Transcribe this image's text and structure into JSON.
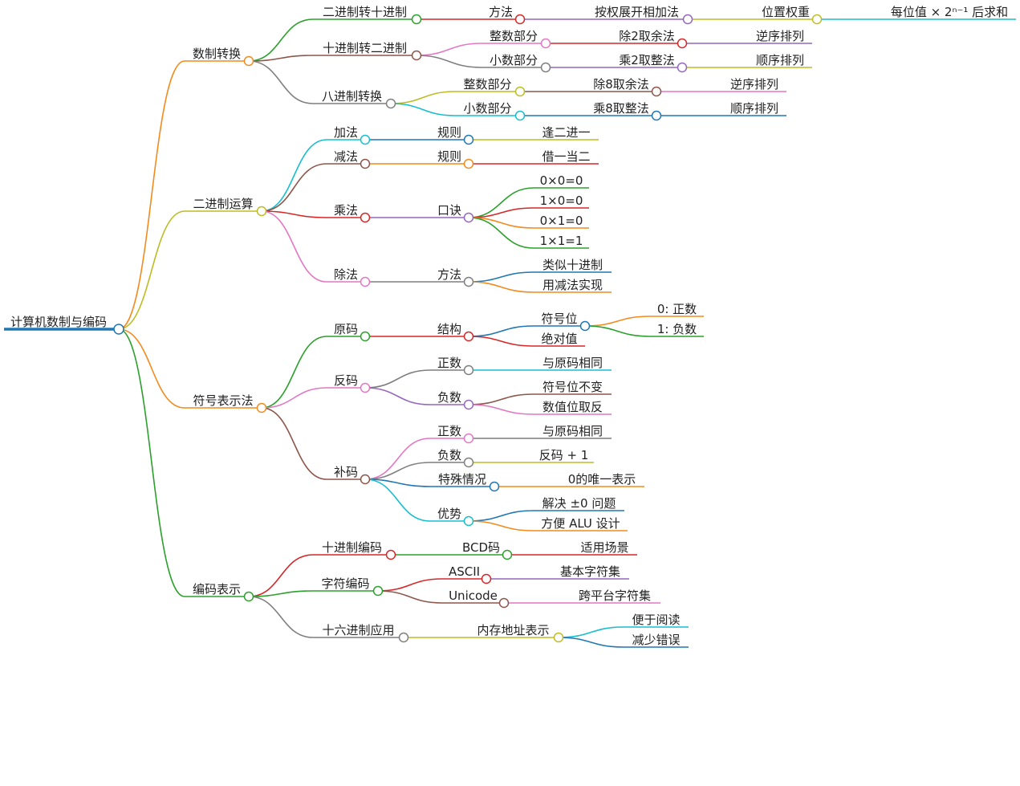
{
  "root": {
    "id": "root",
    "label": "计算机数制与编码",
    "color": "#1f77b4",
    "children": [
      {
        "id": "c1",
        "label": "数制转换",
        "color": "#f28a1c",
        "children": [
          {
            "id": "c1a",
            "label": "二进制转十进制",
            "color": "#2ca02c",
            "children": [
              {
                "id": "c1a1",
                "label": "方法",
                "color": "#d62728",
                "children": [
                  {
                    "id": "c1a1a",
                    "label": "按权展开相加法",
                    "color": "#9467bd",
                    "children": [
                      {
                        "id": "c1a1a1",
                        "label": "位置权重",
                        "color": "#bcbd22",
                        "children": [
                          {
                            "id": "c1a1a1a",
                            "label": "每位值 × 2ⁿ⁻¹ 后求和",
                            "color": "#17becf"
                          }
                        ]
                      }
                    ]
                  }
                ]
              }
            ]
          },
          {
            "id": "c1b",
            "label": "十进制转二进制",
            "color": "#8c564b",
            "children": [
              {
                "id": "c1b1",
                "label": "整数部分",
                "color": "#e377c2",
                "children": [
                  {
                    "id": "c1b1a",
                    "label": "除2取余法",
                    "color": "#d62728",
                    "children": [
                      {
                        "id": "c1b1a1",
                        "label": "逆序排列",
                        "color": "#9467bd"
                      }
                    ]
                  }
                ]
              },
              {
                "id": "c1b2",
                "label": "小数部分",
                "color": "#7f7f7f",
                "children": [
                  {
                    "id": "c1b2a",
                    "label": "乘2取整法",
                    "color": "#9467bd",
                    "children": [
                      {
                        "id": "c1b2a1",
                        "label": "顺序排列",
                        "color": "#bcbd22"
                      }
                    ]
                  }
                ]
              }
            ]
          },
          {
            "id": "c1c",
            "label": "八进制转换",
            "color": "#7f7f7f",
            "children": [
              {
                "id": "c1c1",
                "label": "整数部分",
                "color": "#bcbd22",
                "children": [
                  {
                    "id": "c1c1a",
                    "label": "除8取余法",
                    "color": "#8c564b",
                    "children": [
                      {
                        "id": "c1c1a1",
                        "label": "逆序排列",
                        "color": "#e377c2"
                      }
                    ]
                  }
                ]
              },
              {
                "id": "c1c2",
                "label": "小数部分",
                "color": "#17becf",
                "children": [
                  {
                    "id": "c1c2a",
                    "label": "乘8取整法",
                    "color": "#1f77b4",
                    "children": [
                      {
                        "id": "c1c2a1",
                        "label": "顺序排列",
                        "color": "#1f77b4"
                      }
                    ]
                  }
                ]
              }
            ]
          }
        ]
      },
      {
        "id": "c2",
        "label": "二进制运算",
        "color": "#bcbd22",
        "children": [
          {
            "id": "c2a",
            "label": "加法",
            "color": "#17becf",
            "children": [
              {
                "id": "c2a1",
                "label": "规则",
                "color": "#1f77b4",
                "children": [
                  {
                    "id": "c2a1a",
                    "label": "逢二进一",
                    "color": "#bcbd22"
                  }
                ]
              }
            ]
          },
          {
            "id": "c2b",
            "label": "减法",
            "color": "#8c564b",
            "children": [
              {
                "id": "c2b1",
                "label": "规则",
                "color": "#f28a1c",
                "children": [
                  {
                    "id": "c2b1a",
                    "label": "借一当二",
                    "color": "#d62728"
                  }
                ]
              }
            ]
          },
          {
            "id": "c2c",
            "label": "乘法",
            "color": "#d62728",
            "children": [
              {
                "id": "c2c1",
                "label": "口诀",
                "color": "#9467bd",
                "children": [
                  {
                    "id": "c2c1a",
                    "label": "0×0=0",
                    "color": "#2ca02c"
                  },
                  {
                    "id": "c2c1b",
                    "label": "1×0=0",
                    "color": "#d62728"
                  },
                  {
                    "id": "c2c1c",
                    "label": "0×1=0",
                    "color": "#f28a1c"
                  },
                  {
                    "id": "c2c1d",
                    "label": "1×1=1",
                    "color": "#2ca02c"
                  }
                ]
              }
            ]
          },
          {
            "id": "c2d",
            "label": "除法",
            "color": "#e377c2",
            "children": [
              {
                "id": "c2d1",
                "label": "方法",
                "color": "#7f7f7f",
                "children": [
                  {
                    "id": "c2d1a",
                    "label": "类似十进制",
                    "color": "#1f77b4"
                  },
                  {
                    "id": "c2d1b",
                    "label": "用减法实现",
                    "color": "#f28a1c"
                  }
                ]
              }
            ]
          }
        ]
      },
      {
        "id": "c3",
        "label": "符号表示法",
        "color": "#f28a1c",
        "children": [
          {
            "id": "c3a",
            "label": "原码",
            "color": "#2ca02c",
            "children": [
              {
                "id": "c3a1",
                "label": "结构",
                "color": "#d62728",
                "children": [
                  {
                    "id": "c3a1a",
                    "label": "符号位",
                    "color": "#1f77b4",
                    "children": [
                      {
                        "id": "c3a1a1",
                        "label": "0: 正数",
                        "color": "#f28a1c"
                      },
                      {
                        "id": "c3a1a2",
                        "label": "1: 负数",
                        "color": "#2ca02c"
                      }
                    ]
                  },
                  {
                    "id": "c3a1b",
                    "label": "绝对值",
                    "color": "#d62728"
                  }
                ]
              }
            ]
          },
          {
            "id": "c3b",
            "label": "反码",
            "color": "#e377c2",
            "children": [
              {
                "id": "c3b1",
                "label": "正数",
                "color": "#7f7f7f",
                "children": [
                  {
                    "id": "c3b1a",
                    "label": "与原码相同",
                    "color": "#17becf"
                  }
                ]
              },
              {
                "id": "c3b2",
                "label": "负数",
                "color": "#9467bd",
                "children": [
                  {
                    "id": "c3b2a",
                    "label": "符号位不变",
                    "color": "#8c564b"
                  },
                  {
                    "id": "c3b2b",
                    "label": "数值位取反",
                    "color": "#e377c2"
                  }
                ]
              }
            ]
          },
          {
            "id": "c3c",
            "label": "补码",
            "color": "#8c564b",
            "children": [
              {
                "id": "c3c1",
                "label": "正数",
                "color": "#e377c2",
                "children": [
                  {
                    "id": "c3c1a",
                    "label": "与原码相同",
                    "color": "#7f7f7f"
                  }
                ]
              },
              {
                "id": "c3c2",
                "label": "负数",
                "color": "#7f7f7f",
                "children": [
                  {
                    "id": "c3c2a",
                    "label": "反码 + 1",
                    "color": "#bcbd22"
                  }
                ]
              },
              {
                "id": "c3c3",
                "label": "特殊情况",
                "color": "#1f77b4",
                "children": [
                  {
                    "id": "c3c3a",
                    "label": "0的唯一表示",
                    "color": "#f28a1c"
                  }
                ]
              },
              {
                "id": "c3c4",
                "label": "优势",
                "color": "#17becf",
                "children": [
                  {
                    "id": "c3c4a",
                    "label": "解决 ±0 问题",
                    "color": "#1f77b4"
                  },
                  {
                    "id": "c3c4b",
                    "label": "方便 ALU 设计",
                    "color": "#f28a1c"
                  }
                ]
              }
            ]
          }
        ]
      },
      {
        "id": "c4",
        "label": "编码表示",
        "color": "#2ca02c",
        "children": [
          {
            "id": "c4a",
            "label": "十进制编码",
            "color": "#d62728",
            "children": [
              {
                "id": "c4a1",
                "label": "BCD码",
                "color": "#2ca02c",
                "children": [
                  {
                    "id": "c4a1a",
                    "label": "适用场景",
                    "color": "#d62728"
                  }
                ]
              }
            ]
          },
          {
            "id": "c4b",
            "label": "字符编码",
            "color": "#2ca02c",
            "children": [
              {
                "id": "c4b1",
                "label": "ASCII",
                "color": "#d62728",
                "children": [
                  {
                    "id": "c4b1a",
                    "label": "基本字符集",
                    "color": "#9467bd"
                  }
                ]
              },
              {
                "id": "c4b2",
                "label": "Unicode",
                "color": "#8c564b",
                "children": [
                  {
                    "id": "c4b2a",
                    "label": "跨平台字符集",
                    "color": "#e377c2"
                  }
                ]
              }
            ]
          },
          {
            "id": "c4c",
            "label": "十六进制应用",
            "color": "#7f7f7f",
            "children": [
              {
                "id": "c4c1",
                "label": "内存地址表示",
                "color": "#bcbd22",
                "children": [
                  {
                    "id": "c4c1a",
                    "label": "便于阅读",
                    "color": "#17becf"
                  },
                  {
                    "id": "c4c1b",
                    "label": "减少错误",
                    "color": "#1f77b4"
                  }
                ]
              }
            ]
          }
        ]
      }
    ]
  }
}
